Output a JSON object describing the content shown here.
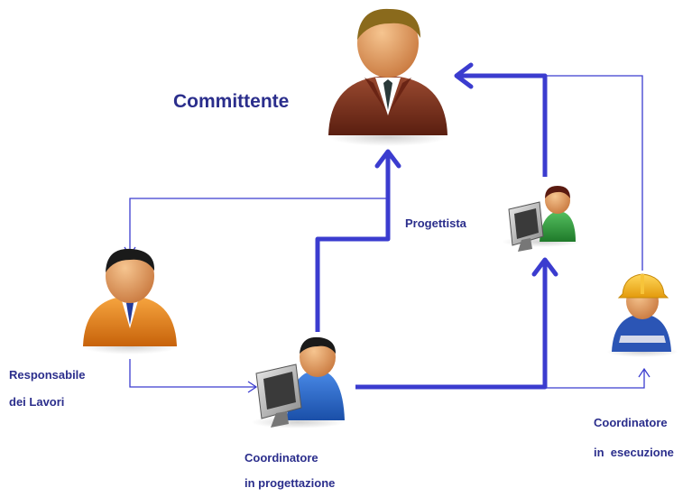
{
  "colors": {
    "connector": "#3b3ccf",
    "label_text": "#2b2e8c",
    "committente_suit": "#7a2e1c",
    "responsabile_suit": "#e07a12",
    "coordinatore_shirt": "#1e64c8",
    "progettista_shirt": "#2e9a3a",
    "esecuzione_helmet": "#f2b21a",
    "esecuzione_shirt": "#2b55b5"
  },
  "nodes": {
    "committente": {
      "label": "Committente",
      "icon": "businessman-brown-suit-icon"
    },
    "responsabile": {
      "label_line1": "Responsabile",
      "label_line2": "dei Lavori",
      "icon": "businessman-orange-suit-icon"
    },
    "coord_progettazione": {
      "label_line1": "Coordinatore",
      "label_line2": "in progettazione",
      "icon": "person-at-computer-icon"
    },
    "progettista": {
      "label": "Progettista",
      "icon": "person-at-computer-icon"
    },
    "coord_esecuzione": {
      "label_line1": "Coordinatore",
      "label_line2": "in  esecuzione",
      "icon": "construction-worker-hardhat-icon"
    }
  }
}
